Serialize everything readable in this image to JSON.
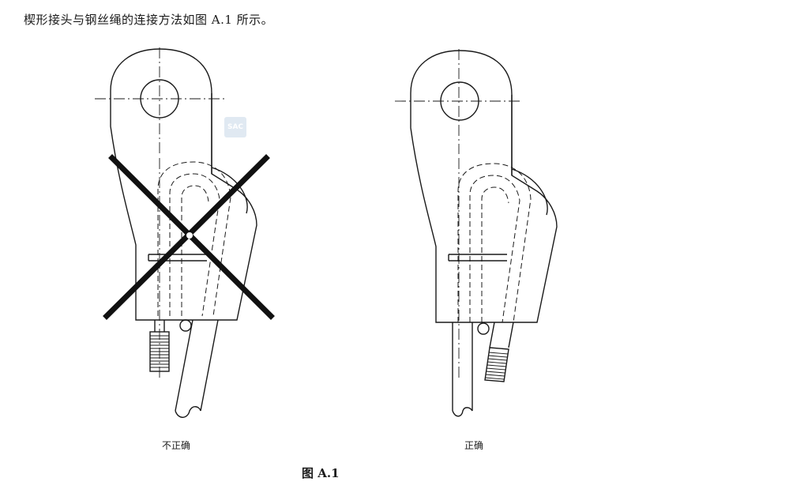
{
  "document": {
    "intro_text": "楔形接头与钢丝绳的连接方法如图 A.1 所示。",
    "figure_left_caption": "不正确",
    "figure_right_caption": "正确",
    "figure_title": "图 A.1",
    "watermark_text": "SAC"
  },
  "colors": {
    "ink": "#1a1a1a",
    "background": "#ffffff",
    "watermark": "#dde7f1"
  }
}
